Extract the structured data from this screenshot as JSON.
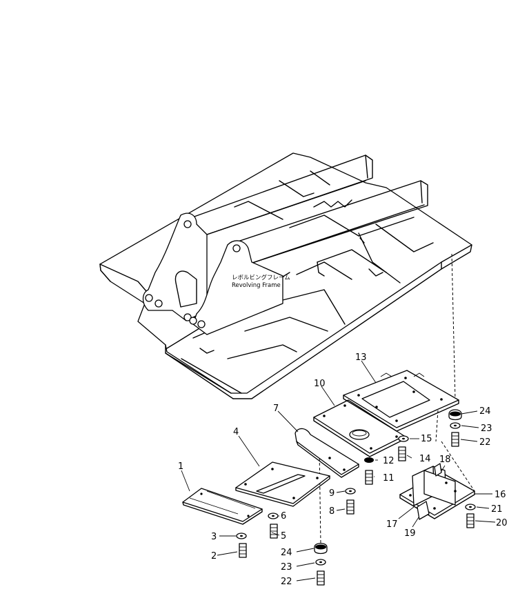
{
  "frame_label": {
    "jp": "レボルビングフレーム",
    "en": "Revolving Frame"
  },
  "callouts": [
    {
      "id": "c1",
      "text": "1"
    },
    {
      "id": "c2",
      "text": "2"
    },
    {
      "id": "c3",
      "text": "3"
    },
    {
      "id": "c4",
      "text": "4"
    },
    {
      "id": "c5",
      "text": "5"
    },
    {
      "id": "c6",
      "text": "6"
    },
    {
      "id": "c7",
      "text": "7"
    },
    {
      "id": "c8",
      "text": "8"
    },
    {
      "id": "c9",
      "text": "9"
    },
    {
      "id": "c10",
      "text": "10"
    },
    {
      "id": "c11",
      "text": "11"
    },
    {
      "id": "c12",
      "text": "12"
    },
    {
      "id": "c13",
      "text": "13"
    },
    {
      "id": "c14",
      "text": "14"
    },
    {
      "id": "c15",
      "text": "15"
    },
    {
      "id": "c16",
      "text": "16"
    },
    {
      "id": "c17",
      "text": "17"
    },
    {
      "id": "c18",
      "text": "18"
    },
    {
      "id": "c19",
      "text": "19"
    },
    {
      "id": "c20",
      "text": "20"
    },
    {
      "id": "c21",
      "text": "21"
    },
    {
      "id": "c22a",
      "text": "22"
    },
    {
      "id": "c23a",
      "text": "23"
    },
    {
      "id": "c24a",
      "text": "24"
    },
    {
      "id": "c22b",
      "text": "22"
    },
    {
      "id": "c23b",
      "text": "23"
    },
    {
      "id": "c24b",
      "text": "24"
    }
  ]
}
